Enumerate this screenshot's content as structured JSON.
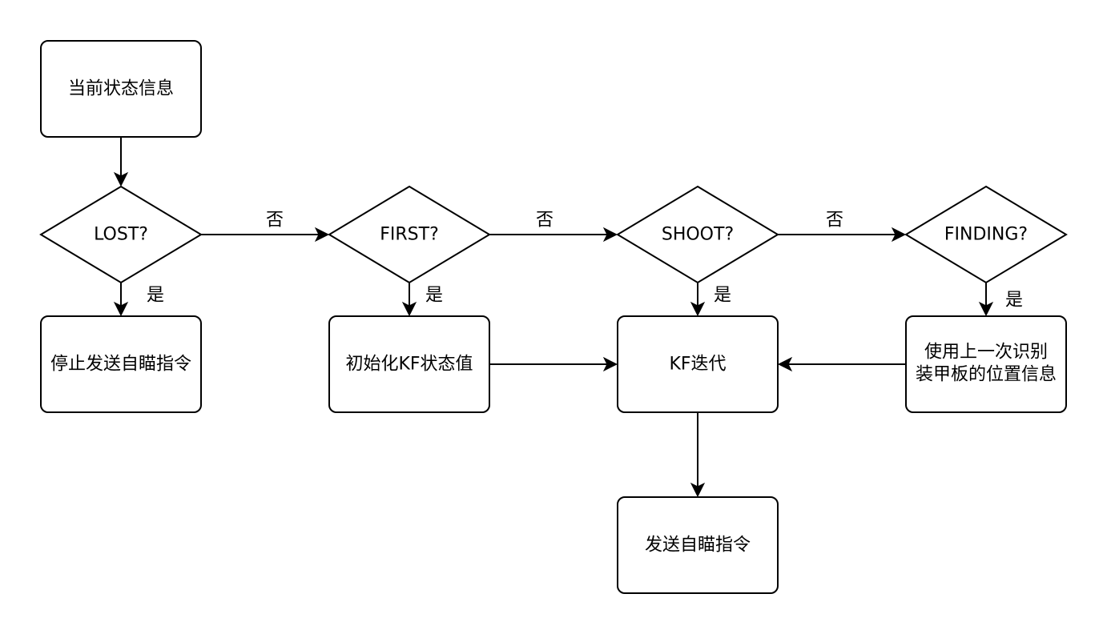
{
  "nodes": {
    "start": "当前状态信息",
    "lost": "LOST?",
    "first": "FIRST?",
    "shoot": "SHOOT?",
    "finding": "FINDING?",
    "stop": "停止发送自瞄指令",
    "init": "初始化KF状态值",
    "kf": "KF迭代",
    "reuse": [
      "使用上一次识别",
      "装甲板的位置信息"
    ],
    "send": "发送自瞄指令"
  },
  "edges": {
    "no": "否",
    "yes": "是"
  }
}
